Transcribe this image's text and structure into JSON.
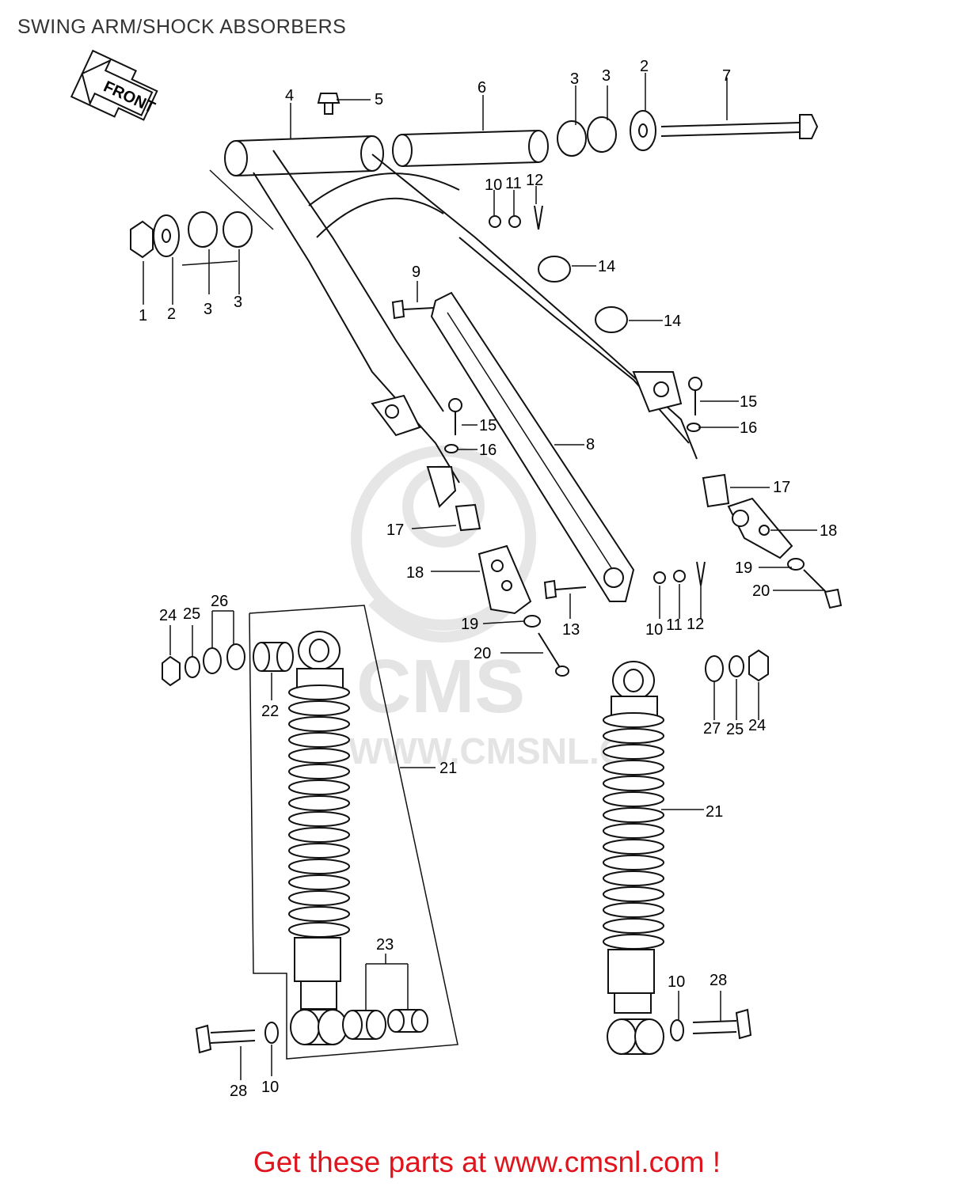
{
  "title": "SWING ARM/SHOCK ABSORBERS",
  "front_label": "FRONT",
  "watermark": {
    "logo_text": "CMS",
    "url_text": "WWW.CMSNL.CO"
  },
  "footer_text": "Get these parts at www.cmsnl.com !",
  "colors": {
    "footer": "#e0141c",
    "title": "#333333",
    "watermark": "#e4e4e4"
  },
  "callouts": {
    "c1": "1",
    "c2a": "2",
    "c2b": "2",
    "c3a": "3",
    "c3b": "3",
    "c3c": "3",
    "c3d": "3",
    "c4": "4",
    "c5": "5",
    "c6": "6",
    "c7": "7",
    "c8": "8",
    "c9": "9",
    "c10a": "10",
    "c11a": "11",
    "c12a": "12",
    "c10b": "10",
    "c11b": "11",
    "c12b": "12",
    "c10c": "10",
    "c10d": "10",
    "c13": "13",
    "c14a": "14",
    "c14b": "14",
    "c15a": "15",
    "c15b": "15",
    "c16a": "16",
    "c16b": "16",
    "c17a": "17",
    "c17b": "17",
    "c18a": "18",
    "c18b": "18",
    "c19a": "19",
    "c19b": "19",
    "c20a": "20",
    "c20b": "20",
    "c21a": "21",
    "c21b": "21",
    "c22": "22",
    "c23": "23",
    "c24a": "24",
    "c25a": "25",
    "c26": "26",
    "c27": "27",
    "c25b": "25",
    "c24b": "24",
    "c28a": "28",
    "c28b": "28"
  }
}
